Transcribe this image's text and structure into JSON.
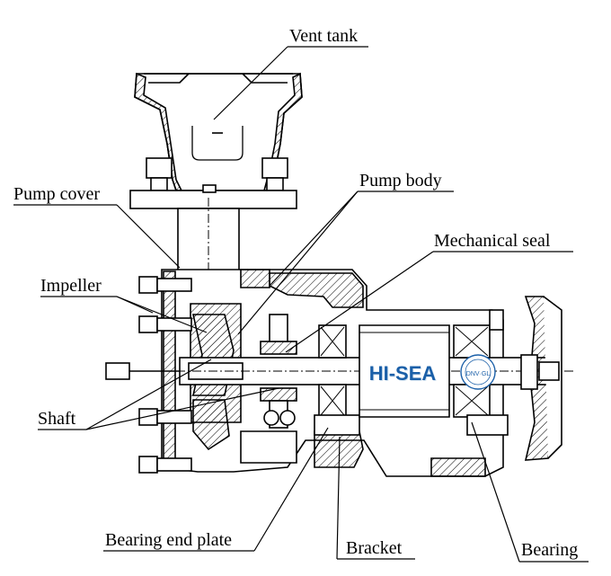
{
  "labels": {
    "vent_tank": "Vent tank",
    "pump_body": "Pump body",
    "pump_cover": "Pump cover",
    "mechanical_seal": "Mechanical seal",
    "impeller": "Impeller",
    "shaft": "Shaft",
    "bearing_end_plate": "Bearing end plate",
    "bracket": "Bracket",
    "bearing": "Bearing"
  },
  "logo": {
    "brand": "HI-SEA",
    "cert": "DNV·GL",
    "brand_color": "#1a5fa8",
    "shadow_color": "#d8e6f2"
  }
}
